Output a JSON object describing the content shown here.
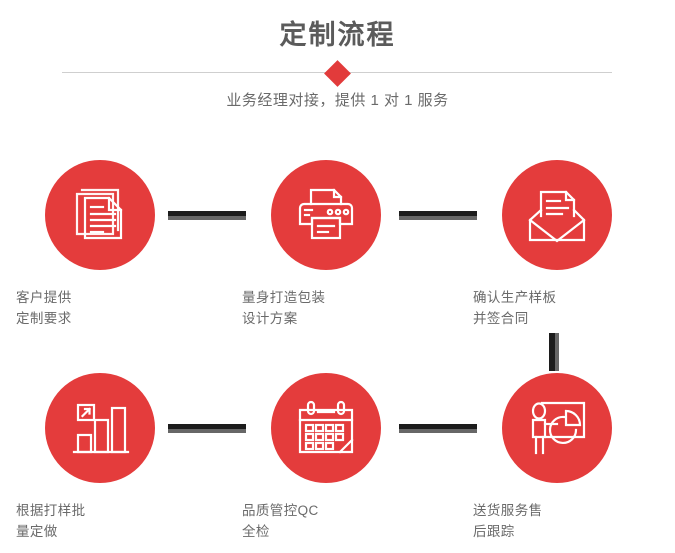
{
  "header": {
    "title": "定制流程",
    "subtitle": "业务经理对接，提供 1 对 1 服务",
    "divider_icon": "diamond-icon",
    "title_color": "#5b5b5b",
    "accent_color": "#e43c3c",
    "divider_color": "#cfcfcf"
  },
  "flow": {
    "rows": [
      {
        "steps": [
          {
            "icon": "documents-icon",
            "label": "客户提供\n定制要求"
          },
          {
            "icon": "printer-icon",
            "label": "量身打造包装\n设计方案"
          },
          {
            "icon": "envelope-document-icon",
            "label": "确认生产样板\n并签合同"
          }
        ],
        "connectors": [
          "arrow-bar-icon",
          "arrow-bar-icon"
        ]
      },
      {
        "steps": [
          {
            "icon": "bar-chart-growth-icon",
            "label": "根据打样批\n量定做"
          },
          {
            "icon": "calendar-icon",
            "label": "品质管控QC\n全检"
          },
          {
            "icon": "presentation-person-icon",
            "label": "送货服务售\n后跟踪"
          }
        ],
        "connectors": [
          "arrow-bar-icon",
          "arrow-bar-icon"
        ]
      }
    ],
    "vertical_connector": "vertical-bar-icon"
  }
}
